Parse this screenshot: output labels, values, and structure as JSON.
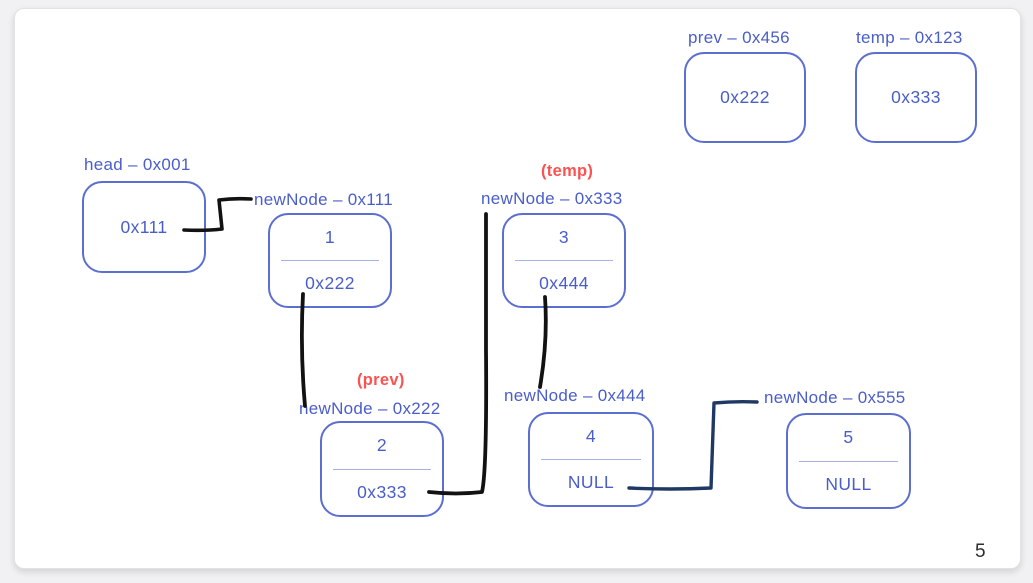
{
  "page": {
    "number": "5"
  },
  "colors": {
    "box_border": "#5c6fd0",
    "text_blue": "#4a5ec9",
    "divider_blue": "#a7b1e4",
    "annotation_red": "#fa5352",
    "connector_black": "#121212",
    "connector_navy": "#1f3864",
    "slide_background": "#ffffff"
  },
  "pointer_vars": [
    {
      "id": "head",
      "label": "head – 0x001",
      "value": "0x111"
    },
    {
      "id": "prev",
      "label": "prev – 0x456",
      "value": "0x222"
    },
    {
      "id": "temp",
      "label": "temp – 0x123",
      "value": "0x333"
    }
  ],
  "nodes": [
    {
      "id": "node1",
      "annotation": "",
      "label": "newNode – 0x111",
      "value": "1",
      "next": "0x222"
    },
    {
      "id": "node2",
      "annotation": "(prev)",
      "label": "newNode – 0x222",
      "value": "2",
      "next": "0x333"
    },
    {
      "id": "node3",
      "annotation": "(temp)",
      "label": "newNode – 0x333",
      "value": "3",
      "next": "0x444"
    },
    {
      "id": "node4",
      "annotation": "",
      "label": "newNode – 0x444",
      "value": "4",
      "next": "NULL"
    },
    {
      "id": "node5",
      "annotation": "",
      "label": "newNode – 0x555",
      "value": "5",
      "next": "NULL"
    }
  ],
  "connectors": [
    {
      "id": "head-to-node1-label",
      "from": "head.value",
      "to": "node1.label"
    },
    {
      "id": "node1-next-down",
      "from": "node1.next",
      "to": "node2.label"
    },
    {
      "id": "node2-next-up",
      "from": "node2.next",
      "to": "node3.label"
    },
    {
      "id": "node3-next-down",
      "from": "node3.next",
      "to": "node4.label"
    },
    {
      "id": "node4-next-to-node5",
      "from": "node4.next",
      "to": "node5.label"
    }
  ]
}
